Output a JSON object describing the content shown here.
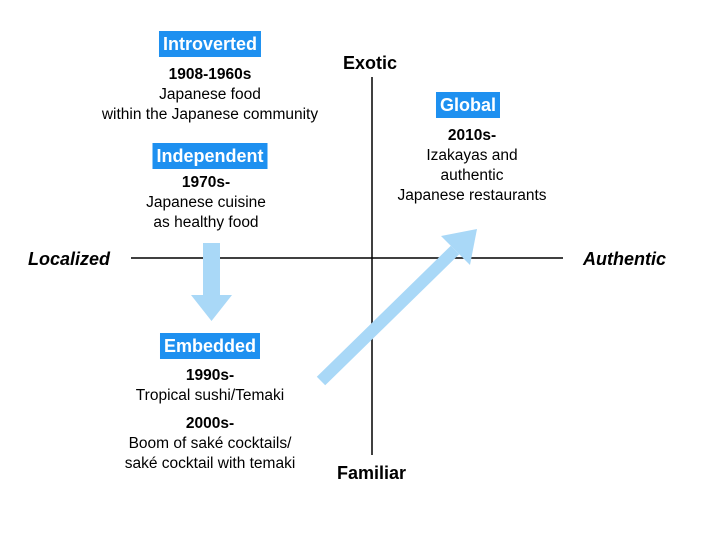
{
  "axes": {
    "top": "Exotic",
    "bottom": "Familiar",
    "left": "Localized",
    "right": "Authentic"
  },
  "phases": {
    "introverted": {
      "badge": "Introverted",
      "era": "1908-1960s",
      "lines": [
        "Japanese food",
        "within the Japanese community"
      ]
    },
    "independent": {
      "badge": "Independent",
      "era": "1970s-",
      "lines": [
        "Japanese cuisine",
        "as healthy food"
      ]
    },
    "embedded": {
      "badge": "Embedded",
      "era1": "1990s-",
      "lines1": [
        "Tropical sushi/Temaki"
      ],
      "era2": "2000s-",
      "lines2": [
        "Boom of saké cocktails/",
        "saké cocktail with temaki"
      ]
    },
    "global": {
      "badge": "Global",
      "era": "2010s-",
      "lines": [
        "Izakayas and",
        "authentic",
        "Japanese restaurants"
      ]
    }
  },
  "colors": {
    "badge": "#1e90f0",
    "arrow": "#a9d8f7",
    "axis": "#000000"
  }
}
